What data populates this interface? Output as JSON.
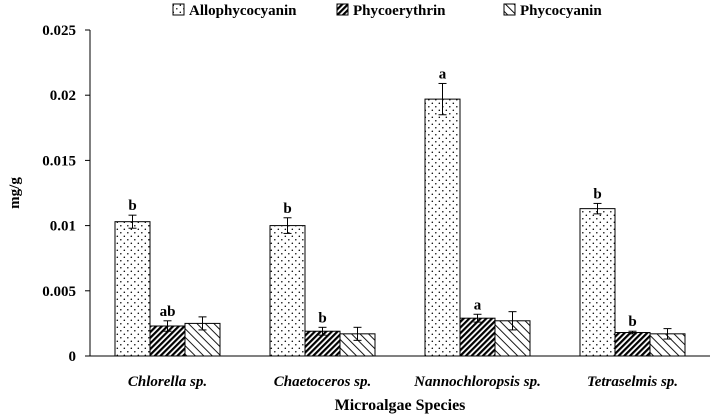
{
  "chart_data": {
    "type": "bar",
    "xlabel": "Microalgae Species",
    "ylabel": "mg/g",
    "ylim": [
      0,
      0.025
    ],
    "yticks": [
      "0",
      "0.005",
      "0.01",
      "0.015",
      "0.02",
      "0.025"
    ],
    "grid": false,
    "legend_position": "top",
    "categories": [
      "Chlorella sp.",
      "Chaetoceros sp.",
      "Nannochloropsis sp.",
      "Tetraselmis sp."
    ],
    "series": [
      {
        "name": "Allophycocyanin",
        "pattern": "dots",
        "values": [
          0.0103,
          0.01,
          0.0197,
          0.0113
        ],
        "errors": [
          0.0005,
          0.0006,
          0.0012,
          0.0004
        ],
        "labels": [
          "b",
          "b",
          "a",
          "b"
        ]
      },
      {
        "name": "Phycoerythrin",
        "pattern": "dense-diagonal",
        "values": [
          0.0023,
          0.0019,
          0.0029,
          0.0018
        ],
        "errors": [
          0.0004,
          0.0003,
          0.0003,
          0.0001
        ],
        "labels": [
          "ab",
          "b",
          "a",
          "b"
        ]
      },
      {
        "name": "Phycocyanin",
        "pattern": "wide-diagonal",
        "values": [
          0.0025,
          0.0017,
          0.0027,
          0.0017
        ],
        "errors": [
          0.0005,
          0.0005,
          0.0007,
          0.0004
        ],
        "labels": [
          "",
          "",
          "",
          ""
        ]
      }
    ]
  }
}
